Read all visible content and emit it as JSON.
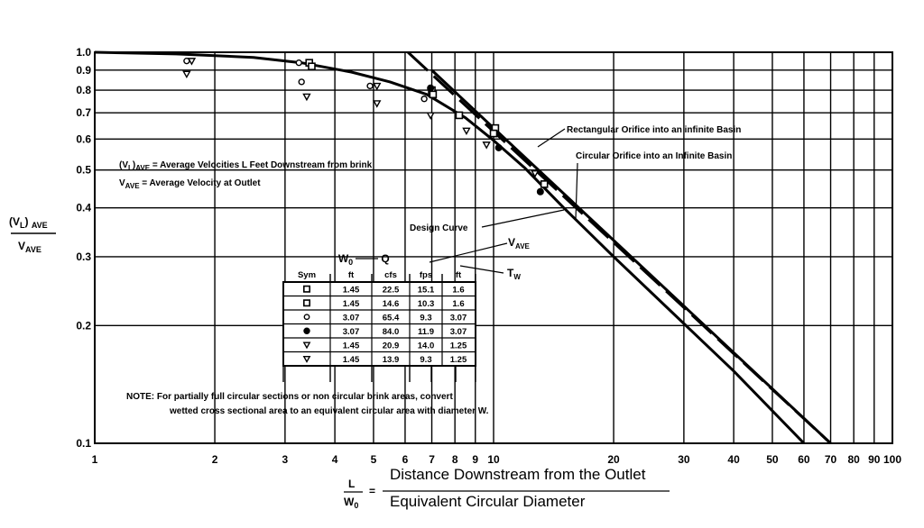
{
  "chart_data": {
    "type": "line",
    "x_scale": "log",
    "y_scale": "log",
    "xlim": [
      1,
      100
    ],
    "ylim": [
      0.1,
      1.0
    ],
    "grid": true,
    "x_ticks": [
      {
        "v": 1,
        "label": "1"
      },
      {
        "v": 2,
        "label": "2"
      },
      {
        "v": 3,
        "label": "3"
      },
      {
        "v": 4,
        "label": "4"
      },
      {
        "v": 5,
        "label": "5"
      },
      {
        "v": 6,
        "label": "6"
      },
      {
        "v": 7,
        "label": "7"
      },
      {
        "v": 8,
        "label": "8"
      },
      {
        "v": 9,
        "label": "9"
      },
      {
        "v": 10,
        "label": "10"
      },
      {
        "v": 20,
        "label": "20"
      },
      {
        "v": 30,
        "label": "30"
      },
      {
        "v": 40,
        "label": "40"
      },
      {
        "v": 50,
        "label": "50"
      },
      {
        "v": 60,
        "label": "60"
      },
      {
        "v": 70,
        "label": "70"
      },
      {
        "v": 80,
        "label": "80"
      },
      {
        "v": 90,
        "label": "90"
      },
      {
        "v": 100,
        "label": "100"
      }
    ],
    "y_ticks": [
      {
        "v": 1.0,
        "label": "1.0"
      },
      {
        "v": 0.9,
        "label": "0.9"
      },
      {
        "v": 0.8,
        "label": "0.8"
      },
      {
        "v": 0.7,
        "label": "0.7"
      },
      {
        "v": 0.6,
        "label": "0.6"
      },
      {
        "v": 0.5,
        "label": "0.5"
      },
      {
        "v": 0.4,
        "label": "0.4"
      },
      {
        "v": 0.3,
        "label": "0.3"
      },
      {
        "v": 0.2,
        "label": "0.2"
      },
      {
        "v": 0.1,
        "label": "0.1"
      }
    ],
    "y_label": {
      "main": "(V",
      "sub1": "L",
      "mid": ") ",
      "sub2": "AVE",
      "den_main": "V",
      "den_sub": "AVE"
    },
    "x_label": {
      "lhs_num": "L",
      "lhs_den_main": "W",
      "lhs_den_sub": "0",
      "eq": "=",
      "num": "Distance Downstream from the Outlet",
      "den": "Equivalent Circular Diameter"
    },
    "series": [
      {
        "name": "Design Curve",
        "style": "solid",
        "x": [
          1,
          1.6,
          2.5,
          3.3,
          4.4,
          5.5,
          6.8,
          8.5,
          9.9,
          12,
          15,
          20,
          40,
          60
        ],
        "y": [
          1.0,
          0.99,
          0.97,
          0.94,
          0.89,
          0.84,
          0.78,
          0.68,
          0.6,
          0.505,
          0.4,
          0.3,
          0.153,
          0.1
        ]
      },
      {
        "name": "Circular Orifice into an Infinite Basin",
        "style": "solid",
        "x": [
          7,
          70
        ],
        "y": [
          0.9,
          0.1
        ]
      },
      {
        "name": "Rectangular Orifice into an infinite Basin",
        "style": "dash",
        "x": [
          6.1,
          70
        ],
        "y": [
          1.0,
          0.1
        ]
      }
    ],
    "markers": [
      {
        "sym": "square-open",
        "x": 3.45,
        "y": 0.94
      },
      {
        "sym": "square-open",
        "x": 7.0,
        "y": 0.8
      },
      {
        "sym": "square-open",
        "x": 8.2,
        "y": 0.69
      },
      {
        "sym": "square-open",
        "x": 10.1,
        "y": 0.64
      },
      {
        "sym": "square-open",
        "x": 13.4,
        "y": 0.46
      },
      {
        "sym": "square-open",
        "x": 3.5,
        "y": 0.92
      },
      {
        "sym": "square-open",
        "x": 7.05,
        "y": 0.78
      },
      {
        "sym": "square-open",
        "x": 10.0,
        "y": 0.62
      },
      {
        "sym": "circle-open",
        "x": 1.7,
        "y": 0.95
      },
      {
        "sym": "circle-open",
        "x": 3.25,
        "y": 0.94
      },
      {
        "sym": "circle-open",
        "x": 3.3,
        "y": 0.84
      },
      {
        "sym": "circle-open",
        "x": 6.7,
        "y": 0.76
      },
      {
        "sym": "circle-open",
        "x": 4.9,
        "y": 0.82
      },
      {
        "sym": "circle-filled",
        "x": 6.95,
        "y": 0.81
      },
      {
        "sym": "circle-filled",
        "x": 10.3,
        "y": 0.57
      },
      {
        "sym": "circle-filled",
        "x": 13.1,
        "y": 0.44
      },
      {
        "sym": "triangle",
        "x": 1.75,
        "y": 0.95
      },
      {
        "sym": "triangle",
        "x": 1.7,
        "y": 0.88
      },
      {
        "sym": "triangle",
        "x": 3.4,
        "y": 0.77
      },
      {
        "sym": "triangle",
        "x": 5.1,
        "y": 0.82
      },
      {
        "sym": "triangle",
        "x": 5.1,
        "y": 0.74
      },
      {
        "sym": "triangle",
        "x": 6.95,
        "y": 0.69
      },
      {
        "sym": "triangle",
        "x": 8.55,
        "y": 0.63
      },
      {
        "sym": "triangle",
        "x": 9.6,
        "y": 0.58
      },
      {
        "sym": "triangle",
        "x": 12.7,
        "y": 0.49
      }
    ],
    "annotations": {
      "definitions": [
        {
          "a": "(V",
          "sub": "L",
          "b": ")",
          "sub2": "AVE",
          "rest": " = Average Velocities L Feet Downstream from brink"
        },
        {
          "a": "V",
          "sub": "AVE",
          "b": "",
          "sub2": "",
          "rest": " = Average Velocity at Outlet"
        }
      ],
      "rect_label": "Rectangular Orifice into an infinite Basin",
      "circ_label": "Circular Orifice into an Infinite Basin",
      "design_label": "Design Curve",
      "vave_label": {
        "main": "V",
        "sub": "AVE"
      },
      "tw_label": {
        "main": "T",
        "sub": "W"
      },
      "note_1": "NOTE:   For partially full circular sections or non circular brink areas, convert",
      "note_2": "wetted cross sectional area to an equivalent circular area with diameter W."
    },
    "table": {
      "over_headers": [
        {
          "main": "W",
          "sub": "0"
        },
        {
          "main": "Q",
          "sub": ""
        }
      ],
      "headers": [
        "Sym",
        "ft",
        "cfs",
        "fps",
        "ft"
      ],
      "rows": [
        {
          "sym": "square-open",
          "cells": [
            "1.45",
            "22.5",
            "15.1",
            "1.6"
          ]
        },
        {
          "sym": "square-open",
          "cells": [
            "1.45",
            "14.6",
            "10.3",
            "1.6"
          ]
        },
        {
          "sym": "circle-open",
          "cells": [
            "3.07",
            "65.4",
            "9.3",
            "3.07"
          ]
        },
        {
          "sym": "circle-filled",
          "cells": [
            "3.07",
            "84.0",
            "11.9",
            "3.07"
          ]
        },
        {
          "sym": "triangle",
          "cells": [
            "1.45",
            "20.9",
            "14.0",
            "1.25"
          ]
        },
        {
          "sym": "triangle",
          "cells": [
            "1.45",
            "13.9",
            "9.3",
            "1.25"
          ]
        }
      ]
    }
  }
}
